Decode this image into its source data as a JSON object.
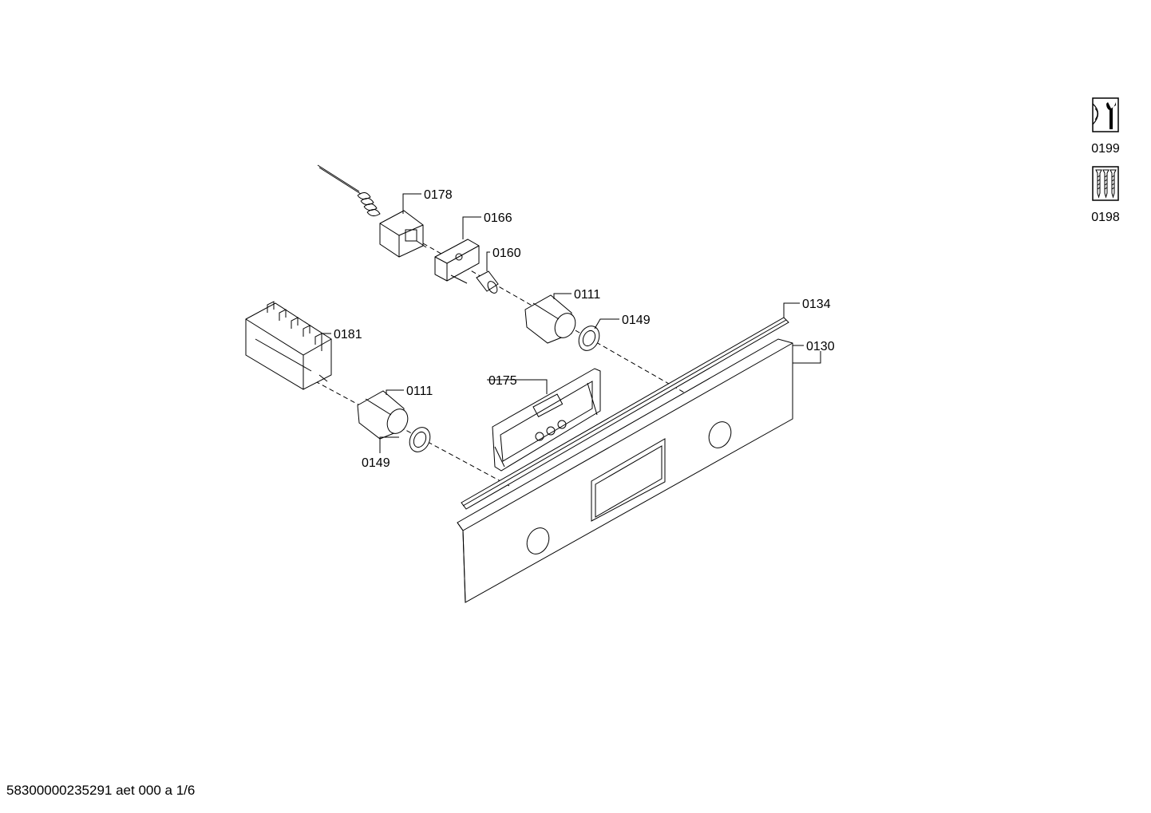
{
  "labels": {
    "l0178": "0178",
    "l0166": "0166",
    "l0160": "0160",
    "l0111a": "0111",
    "l0149a": "0149",
    "l0134": "0134",
    "l0130": "0130",
    "l0181": "0181",
    "l0175": "0175",
    "l0111b": "0111",
    "l0149b": "0149"
  },
  "side_icons": [
    {
      "icon": "wrench-icon",
      "label": "0199"
    },
    {
      "icon": "screws-icon",
      "label": "0198"
    }
  ],
  "footer": "58300000235291 aet 000 a 1/6"
}
